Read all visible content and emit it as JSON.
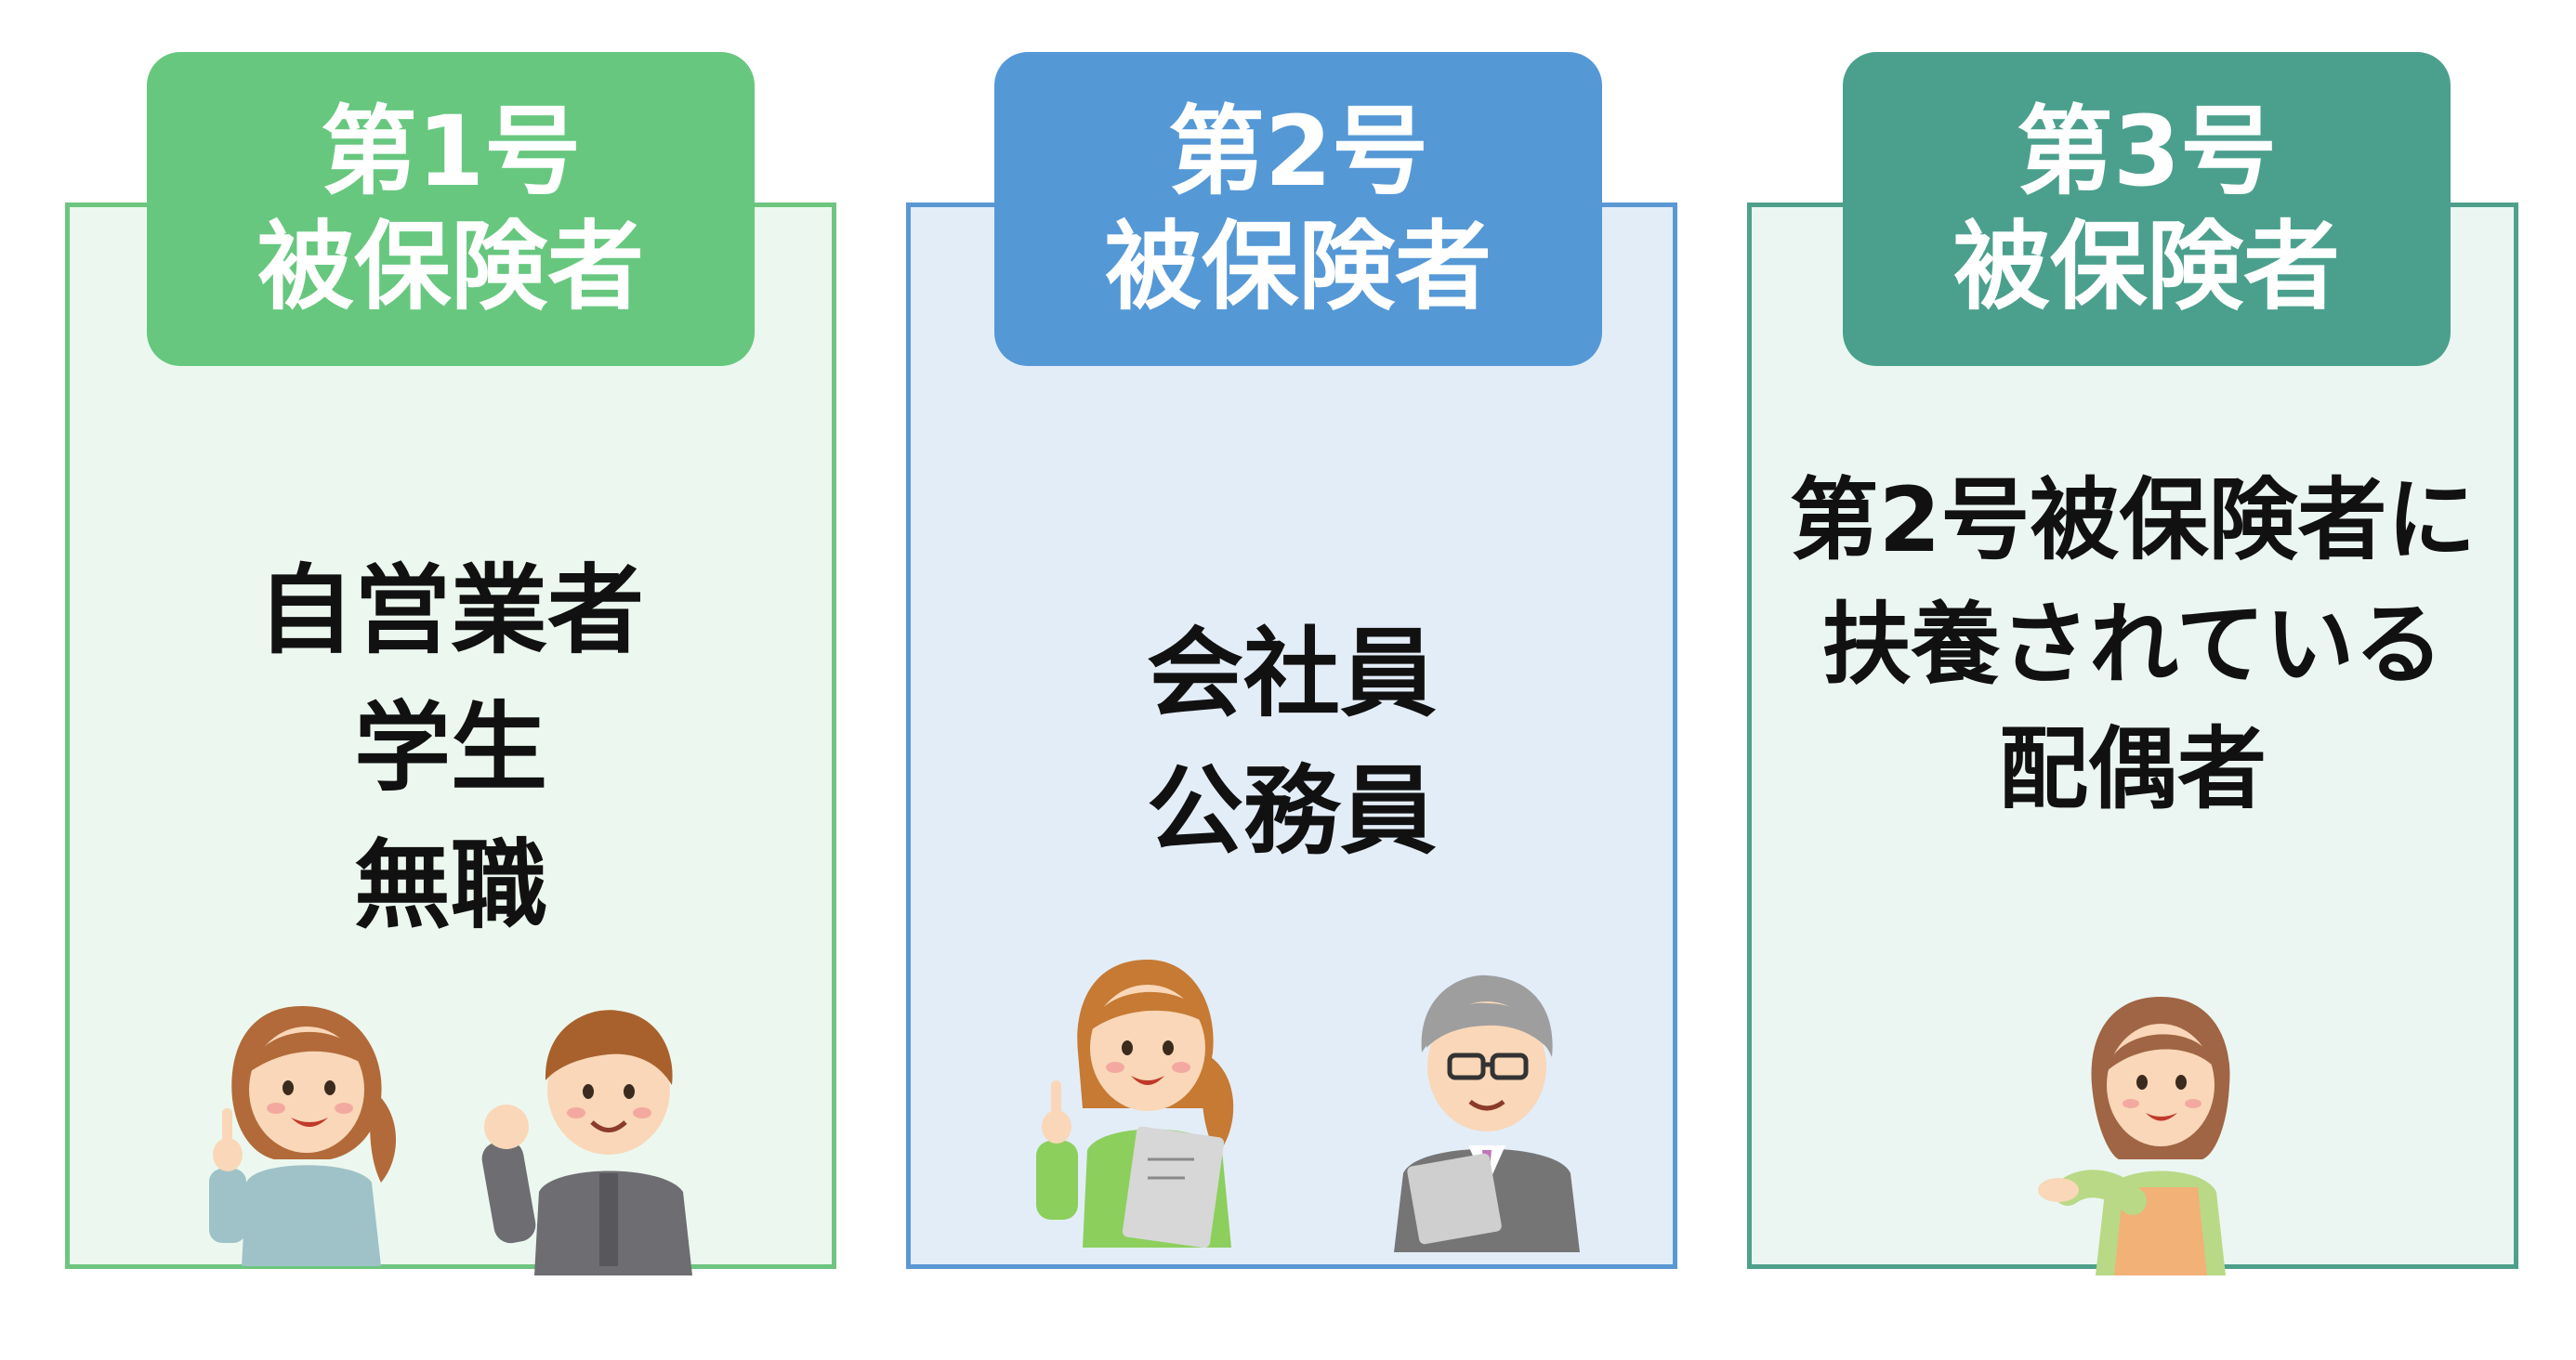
{
  "columns": [
    {
      "tab_line1": "第1号",
      "tab_line2": "被保険者",
      "desc": [
        "自営業者",
        "学生",
        "無職"
      ],
      "colors": {
        "tab": "#67c77f",
        "border": "#6dc580",
        "fill": "#ecf8ef"
      }
    },
    {
      "tab_line1": "第2号",
      "tab_line2": "被保険者",
      "desc": [
        "会社員",
        "公務員"
      ],
      "colors": {
        "tab": "#5598d6",
        "border": "#5a98d4",
        "fill": "#e3edf8"
      }
    },
    {
      "tab_line1": "第3号",
      "tab_line2": "被保険者",
      "desc": [
        "第2号被保険者に",
        "扶養されている",
        "配偶者"
      ],
      "colors": {
        "tab": "#4ba08d",
        "border": "#4fa08a",
        "fill": "#ebf6f2"
      }
    }
  ],
  "illustrations": {
    "col1": [
      "woman-worker-pointing-icon",
      "student-boy-fist-icon"
    ],
    "col2": [
      "office-woman-pointing-icon",
      "businessman-glasses-icon"
    ],
    "col3": [
      "housewife-apron-icon"
    ]
  }
}
